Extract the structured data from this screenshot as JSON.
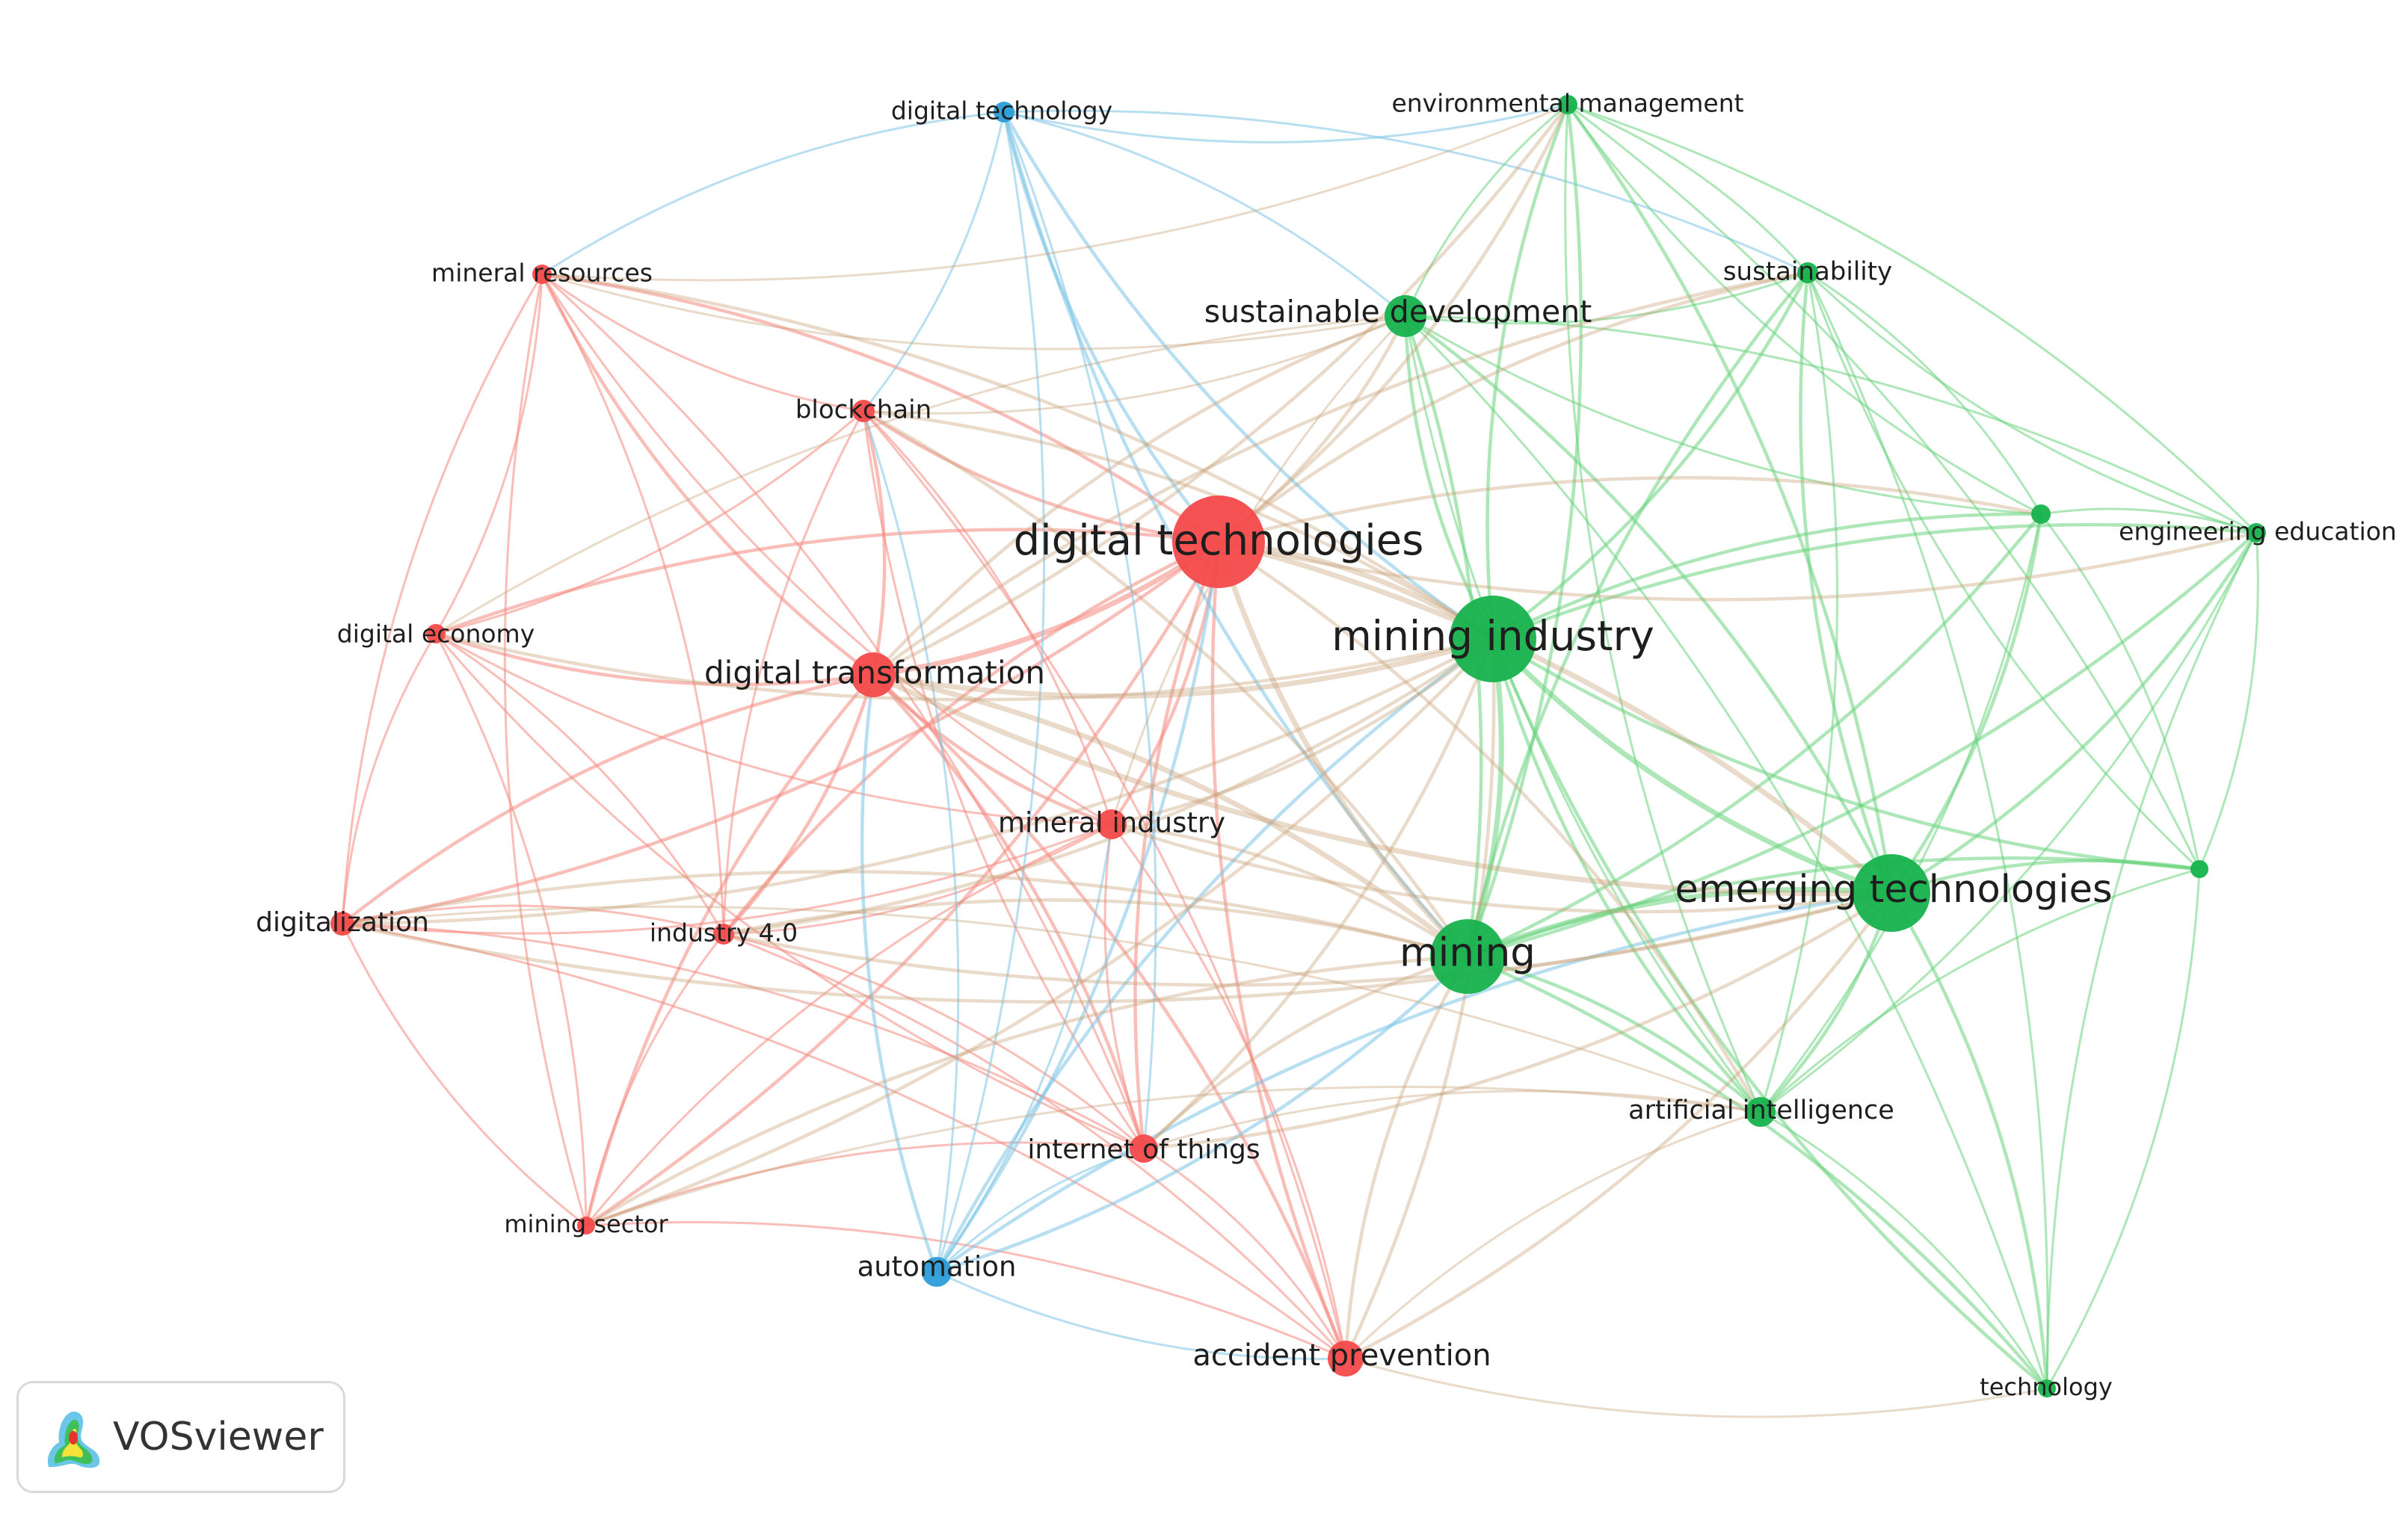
{
  "colors": {
    "red": "#f44a4a",
    "green": "#17b24d",
    "blue": "#2b9cd8",
    "edge_red": "#f5897f",
    "edge_green": "#69d37d",
    "edge_blue": "#7cc4e6",
    "edge_mixed": "#c9a27a"
  },
  "brand": {
    "name": "VOSviewer"
  },
  "network": {
    "nodes": [
      {
        "id": "digital-technologies",
        "label": "digital technologies",
        "cluster": "red"
      },
      {
        "id": "digital-transformation",
        "label": "digital transformation",
        "cluster": "red"
      },
      {
        "id": "mineral-resources",
        "label": "mineral resources",
        "cluster": "red"
      },
      {
        "id": "blockchain",
        "label": "blockchain",
        "cluster": "red"
      },
      {
        "id": "digital-economy",
        "label": "digital economy",
        "cluster": "red"
      },
      {
        "id": "digitalization",
        "label": "digitalization",
        "cluster": "red"
      },
      {
        "id": "industry-4-0",
        "label": "industry 4.0",
        "cluster": "red"
      },
      {
        "id": "mineral-industry",
        "label": "mineral industry",
        "cluster": "red"
      },
      {
        "id": "internet-of-things",
        "label": "internet of things",
        "cluster": "red"
      },
      {
        "id": "mining-sector",
        "label": "mining sector",
        "cluster": "red"
      },
      {
        "id": "accident-prevention",
        "label": "accident prevention",
        "cluster": "red"
      },
      {
        "id": "digital-technology",
        "label": "digital technology",
        "cluster": "blue"
      },
      {
        "id": "automation",
        "label": "automation",
        "cluster": "blue"
      },
      {
        "id": "environmental-management",
        "label": "environmental management",
        "cluster": "green"
      },
      {
        "id": "sustainability",
        "label": "sustainability",
        "cluster": "green"
      },
      {
        "id": "sustainable-development",
        "label": "sustainable development",
        "cluster": "green"
      },
      {
        "id": "mining-industry",
        "label": "mining industry",
        "cluster": "green"
      },
      {
        "id": "mining",
        "label": "mining",
        "cluster": "green"
      },
      {
        "id": "emerging-technologies",
        "label": "emerging technologies",
        "cluster": "green"
      },
      {
        "id": "artificial-intelligence",
        "label": "artificial intelligence",
        "cluster": "green"
      },
      {
        "id": "engineering-education",
        "label": "engineering education",
        "cluster": "green"
      },
      {
        "id": "technology",
        "label": "technology",
        "cluster": "green"
      },
      {
        "id": "unlabeled-green-1",
        "label": "",
        "cluster": "green"
      },
      {
        "id": "unlabeled-green-2",
        "label": "",
        "cluster": "green"
      }
    ]
  }
}
